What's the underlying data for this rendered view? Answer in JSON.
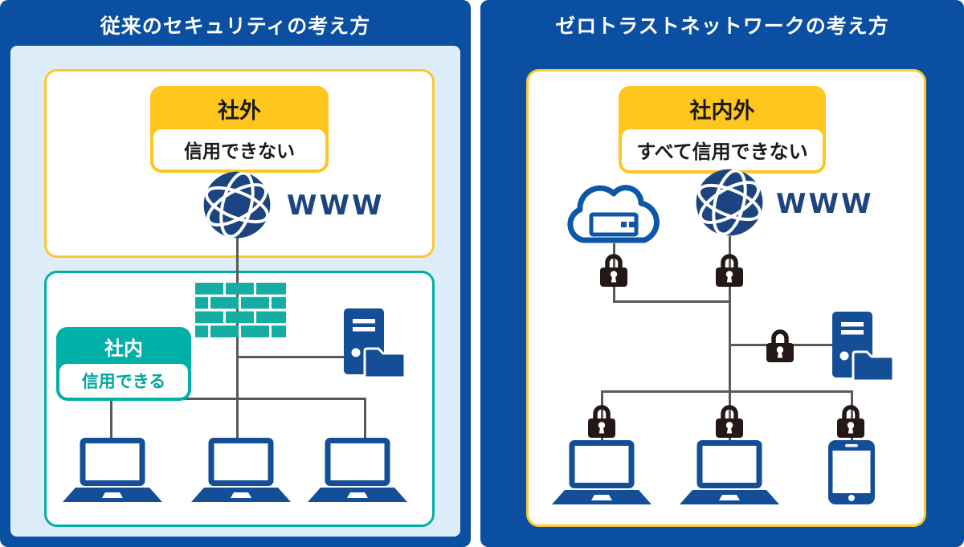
{
  "left_panel": {
    "title": "従来のセキュリティの考え方",
    "external_zone": {
      "label": "社外",
      "description": "信用できない"
    },
    "www_label": "WWW",
    "internal_zone": {
      "label": "社内",
      "description": "信用できる"
    }
  },
  "right_panel": {
    "title": "ゼロトラストネットワークの考え方",
    "zone": {
      "label": "社内外",
      "description": "すべて信用できない"
    },
    "www_label": "WWW"
  },
  "colors": {
    "panel_frame_blue": "#0a4fa1",
    "panel_background_lightblue": "#ddeefa",
    "accent_yellow": "#ffc61e",
    "zone_border_gold": "#fdc72f",
    "accent_teal": "#00afa5",
    "globe_navy": "#1c4480",
    "device_blue": "#134e97",
    "cloud_blue": "#0e57a8",
    "firewall_teal": "#15aca2",
    "line_gray": "#595959",
    "lock_black": "#231815",
    "text_white": "#ffffff",
    "text_black": "#1a1a1a"
  }
}
